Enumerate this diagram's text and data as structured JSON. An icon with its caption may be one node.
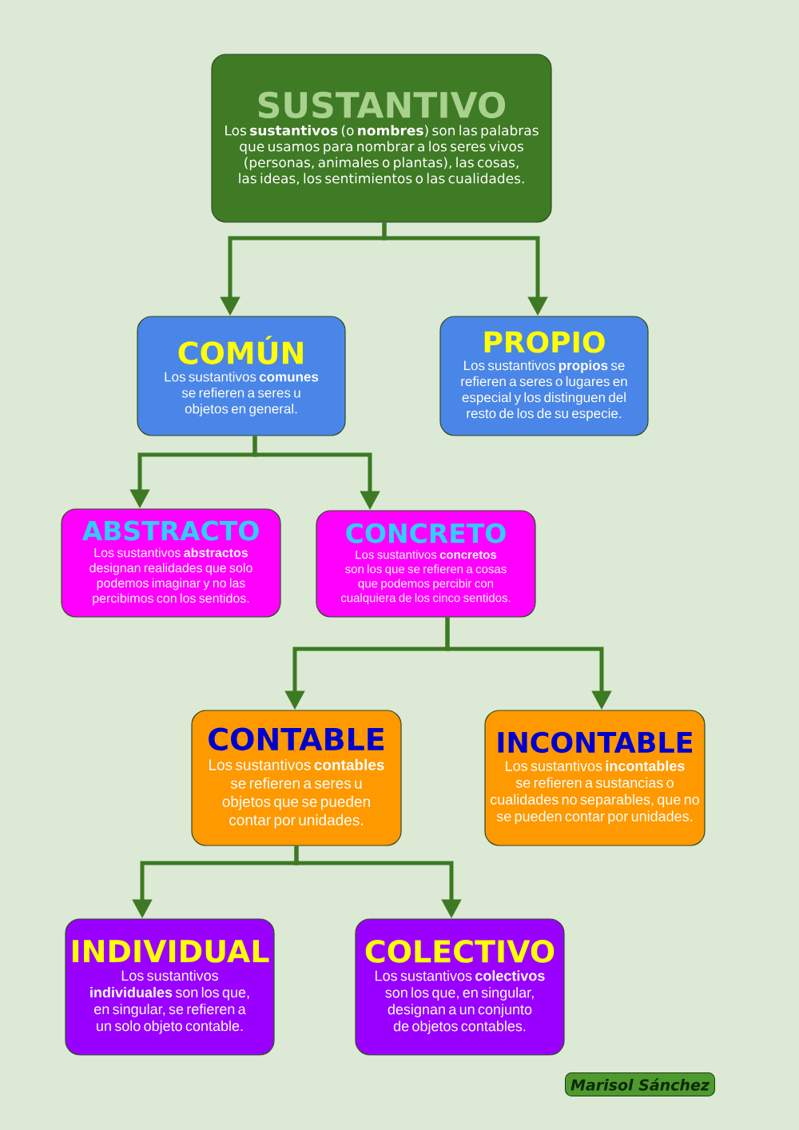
{
  "diagram": {
    "nodes": [
      {
        "text": [
          "SUSTANTIVO",
          "Los **sustantivos**  (o **nombres**) son las palabras que usamos para nombrar a los seres vivos (personas, animales o plantas), las cosas, las ideas, los sentimientos o las cualidades."
        ]
      },
      {
        "text": [
          "COMÚN",
          "Los sustantivos **comunes** se refieren a seres u objetos en general."
        ]
      },
      {
        "text": [
          "PROPIO",
          "Los sustantivos **propios** se refieren a seres o lugares en especial y los distinguen del resto de los de su especie."
        ]
      },
      {
        "text": [
          "ABSTRACTO",
          "Los sustantivos **abstractos** designan realidades que solo podemos imaginar y no las percibimos con los sentidos."
        ]
      },
      {
        "text": [
          "CONCRETO",
          "Los sustantivos **concretos** son los que se refieren a cosas que podemos percibir con cualquiera de los cinco sentidos."
        ]
      },
      {
        "text": [
          "CONTABLE",
          "Los sustantivos **contables** se refieren a seres u objetos que se pueden contar por unidades."
        ]
      },
      {
        "text": [
          "INCONTABLE",
          "Los sustantivos **incontables** se refieren a sustancias o cualidades no separables, que no se pueden contar por unidades."
        ]
      },
      {
        "text": [
          "INDIVIDUAL",
          "Los sustantivos **individuales** son los que, en singular, se refieren a un solo objeto contable."
        ]
      },
      {
        "text": [
          "COLECTIVO",
          "Los sustantivos **colectivos** son los que, en singular, designan a un conjunto de objetos contables."
        ]
      }
    ],
    "edges": [
      {
        "from": 0,
        "to": 1,
        "arrow": "to"
      },
      {
        "from": 0,
        "to": 2,
        "arrow": "to"
      },
      {
        "from": 1,
        "to": 3,
        "arrow": "to"
      },
      {
        "from": 1,
        "to": 4,
        "arrow": "to"
      },
      {
        "from": 4,
        "to": 5,
        "arrow": "to"
      },
      {
        "from": 4,
        "to": 6,
        "arrow": "to"
      },
      {
        "from": 5,
        "to": 7,
        "arrow": "to"
      },
      {
        "from": 5,
        "to": 8,
        "arrow": "to"
      }
    ],
    "labels": [
      "Marisol Sánchez"
    ]
  }
}
